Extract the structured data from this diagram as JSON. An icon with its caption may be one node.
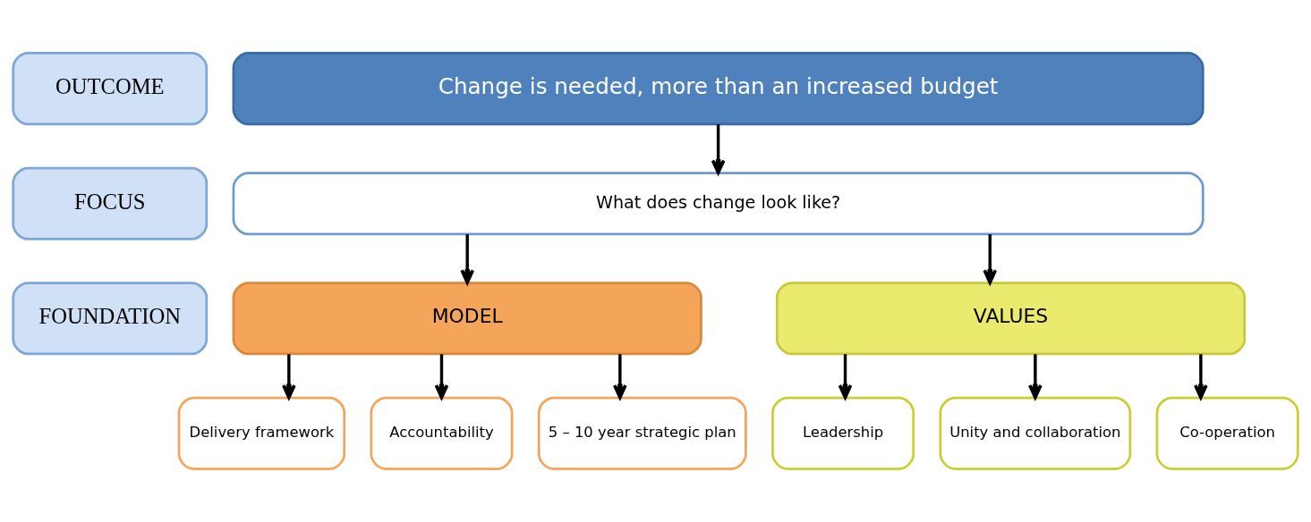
{
  "diagram": {
    "nodes": [
      {
        "text": [
          "OUTCOME"
        ]
      },
      {
        "text": [
          "FOCUS"
        ]
      },
      {
        "text": [
          "FOUNDATION"
        ]
      },
      {
        "text": [
          "Change is needed, more than an increased budget"
        ]
      },
      {
        "text": [
          "What does change look like?"
        ]
      },
      {
        "text": [
          "MODEL"
        ]
      },
      {
        "text": [
          "VALUES"
        ]
      },
      {
        "text": [
          "Delivery framework"
        ]
      },
      {
        "text": [
          "Accountability"
        ]
      },
      {
        "text": [
          "5 – 10 year strategic plan"
        ]
      },
      {
        "text": [
          "Leadership"
        ]
      },
      {
        "text": [
          "Unity and collaboration"
        ]
      },
      {
        "text": [
          "Co-operation"
        ]
      }
    ],
    "edges": [
      {
        "from": 3,
        "to": 4,
        "arrow": "to"
      },
      {
        "from": 4,
        "to": 5,
        "arrow": "to"
      },
      {
        "from": 4,
        "to": 6,
        "arrow": "to"
      },
      {
        "from": 5,
        "to": 7,
        "arrow": "to"
      },
      {
        "from": 5,
        "to": 8,
        "arrow": "to"
      },
      {
        "from": 5,
        "to": 9,
        "arrow": "to"
      },
      {
        "from": 6,
        "to": 10,
        "arrow": "to"
      },
      {
        "from": 6,
        "to": 11,
        "arrow": "to"
      },
      {
        "from": 6,
        "to": 12,
        "arrow": "to"
      }
    ]
  }
}
